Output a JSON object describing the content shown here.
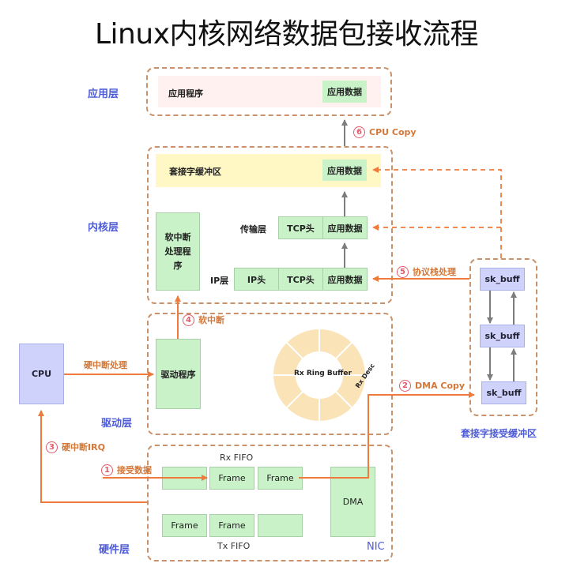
{
  "title": "Linux内核网络数据包接收流程",
  "layers": {
    "app": "应用层",
    "kernel": "内核层",
    "driver": "驱动层",
    "hardware": "硬件层"
  },
  "app_layer": {
    "program": "应用程序",
    "app_data": "应用数据"
  },
  "kernel_layer": {
    "socket_buffer": "套接字缓冲区",
    "socket_app_data": "应用数据",
    "transport_label": "传输层",
    "transport_tcp": "TCP头",
    "transport_data": "应用数据",
    "ip_label": "IP层",
    "ip_head": "IP头",
    "ip_tcp": "TCP头",
    "ip_data": "应用数据",
    "softirq_handler": "软中断处理程序"
  },
  "driver_layer": {
    "driver_program": "驱动程序",
    "ring_buffer": "Rx Ring Buffer",
    "rx_desc": "Rx Desc"
  },
  "cpu": {
    "label": "CPU",
    "hard_irq_handle": "硬中断处理"
  },
  "hardware_layer": {
    "rx_fifo": "Rx FIFO",
    "tx_fifo": "Tx FIFO",
    "rx_frames": [
      "",
      "Frame",
      "Frame"
    ],
    "tx_frames": [
      "Frame",
      "Frame",
      ""
    ],
    "dma": "DMA",
    "nic": "NIC"
  },
  "skb_queue": {
    "label": "套接字接受缓冲区",
    "items": [
      "sk_buff",
      "sk_buff",
      "sk_buff"
    ]
  },
  "steps": [
    {
      "num": "1",
      "label": "接受数据"
    },
    {
      "num": "2",
      "label": "DMA Copy"
    },
    {
      "num": "3",
      "label": "硬中断IRQ"
    },
    {
      "num": "4",
      "label": "软中断"
    },
    {
      "num": "5",
      "label": "协议栈处理"
    },
    {
      "num": "6",
      "label": "CPU Copy"
    }
  ],
  "colors": {
    "layer_border": "#c9926a",
    "layer_label": "#4d5bd6",
    "flow_arrow": "#f07a3c",
    "step_circle": "#e05a6a",
    "green_box": "#c9f2c9",
    "blue_box": "#cfd3fb",
    "socket_buffer_bg": "#fff8c4",
    "app_bg": "#fff1ef",
    "ring": "#fbe3b8"
  }
}
